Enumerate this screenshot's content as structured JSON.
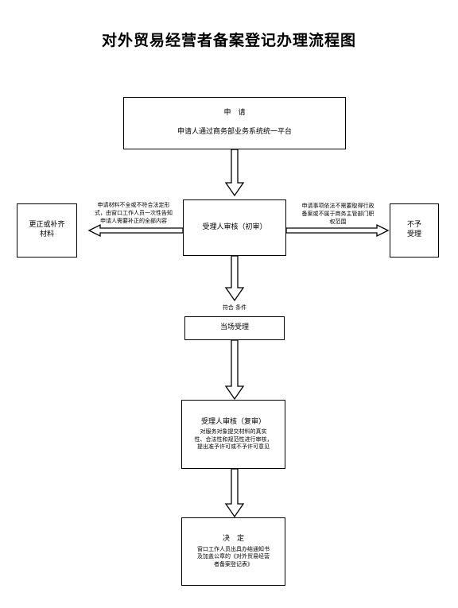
{
  "title": "对外贸易经营者备案登记办理流程图",
  "apply": {
    "heading": "申　请",
    "desc": "申请人通过商务部业务系统统一平台"
  },
  "review_first": {
    "label": "受理人审核（初审）"
  },
  "left_note": {
    "lines": [
      "申请材料不全或不符合法定形",
      "式，由窗口工作人员一次性告知",
      "申请人需要补正的全部内容"
    ]
  },
  "left_box": {
    "lines": [
      "更正或补齐",
      "材料"
    ]
  },
  "right_note": {
    "lines": [
      "申请事项依法不需要取得行政",
      "备案或不属于商务主管部门职",
      "权范围"
    ]
  },
  "right_box": {
    "lines": [
      "不予",
      "受理"
    ]
  },
  "condition": {
    "label": "符合 条件"
  },
  "accept": {
    "label": "当场受理"
  },
  "review_second": {
    "heading": "受理人审核（复审）",
    "lines": [
      "对服务对象提交材料的真实",
      "性、合法性和规范性进行审核，",
      "提出准予许可或不予许可意见"
    ]
  },
  "decision": {
    "heading": "决　定",
    "lines": [
      "窗口工作人员出具办结通知书",
      "及加盖公章的《对外贸易经营",
      "者备案登记表》"
    ]
  }
}
